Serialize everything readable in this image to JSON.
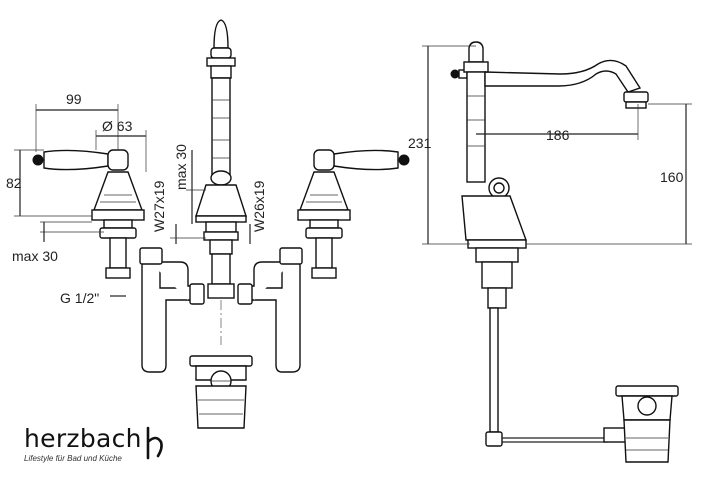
{
  "brand": {
    "name": "herzbach",
    "tagline": "Lifestyle für Bad und Küche",
    "logo_icon": "h-monogram-icon"
  },
  "dimensions": {
    "width_99": "99",
    "diameter_63": "Ø 63",
    "height_82": "82",
    "max30_left": "max 30",
    "max30_vertical": "max 30",
    "thread_w27": "W27x19",
    "thread_w26": "W26x19",
    "thread_g": "G 1/2\"",
    "height_231": "231",
    "reach_186": "186",
    "height_160": "160"
  },
  "colors": {
    "line": "#111111",
    "background": "#ffffff"
  }
}
